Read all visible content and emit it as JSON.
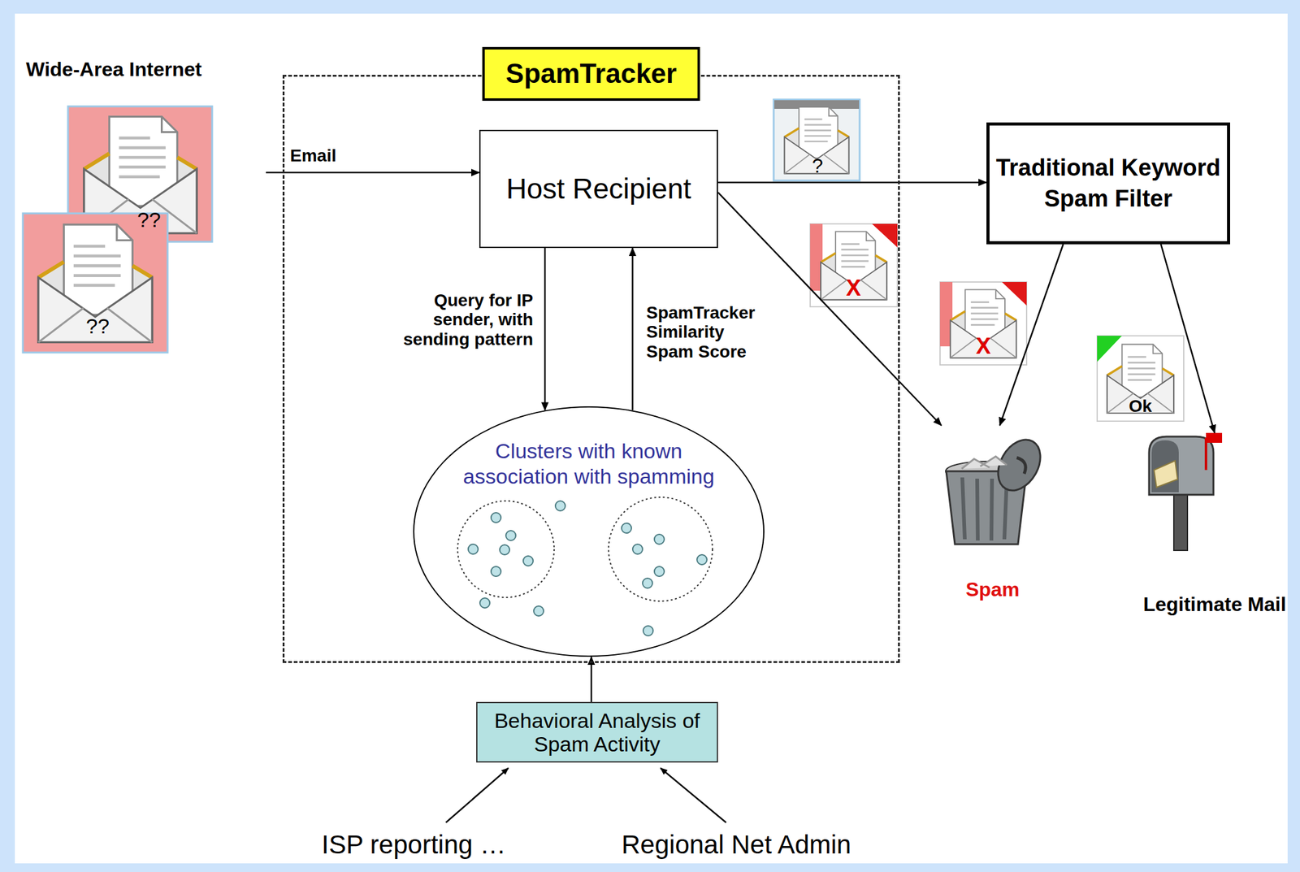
{
  "diagram": {
    "nodes": [
      {
        "text": [
          "Wide-Area Internet"
        ]
      },
      {
        "text": [
          "SpamTracker"
        ]
      },
      {
        "text": [
          "Host Recipient"
        ],
        "in": 1
      },
      {
        "text": [
          "Clusters with known association with spamming"
        ],
        "in": 1
      },
      {
        "text": [
          "Traditional Keyword Spam Filter"
        ]
      },
      {
        "text": [
          "Spam"
        ]
      },
      {
        "text": [
          "Legitimate Mail"
        ]
      },
      {
        "text": [
          "Behavioral Analysis of Spam Activity"
        ]
      }
    ],
    "edges": [
      {
        "from": 0,
        "to": 2,
        "label": "Email",
        "arrow": "to"
      },
      {
        "from": 2,
        "to": 3,
        "label": "Query for IP sender, with sending pattern",
        "arrow": "to"
      },
      {
        "from": 3,
        "to": 2,
        "label": "SpamTracker Similarity Spam Score",
        "arrow": "to"
      },
      {
        "from": 2,
        "to": 4,
        "arrow": "to"
      },
      {
        "from": 2,
        "to": 5,
        "arrow": "to"
      },
      {
        "from": 4,
        "to": 5,
        "arrow": "to"
      },
      {
        "from": 4,
        "to": 6,
        "arrow": "to"
      },
      {
        "from": 7,
        "to": 3,
        "arrow": "to"
      }
    ],
    "labels": [
      "??",
      "??",
      "?",
      "X",
      "X",
      "Ok",
      "ISP reporting …",
      "Regional Net Admin"
    ]
  }
}
